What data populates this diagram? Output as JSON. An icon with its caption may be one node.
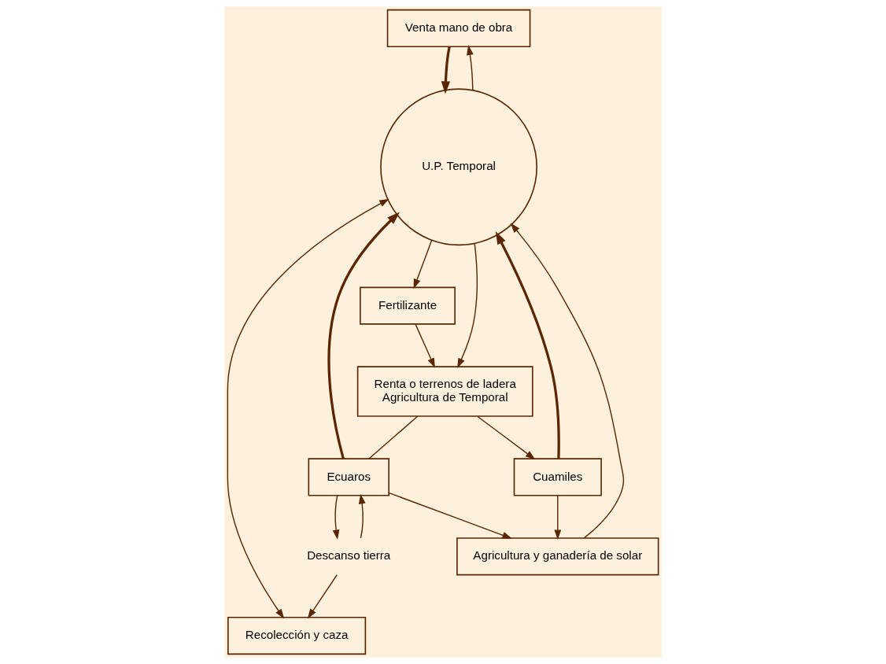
{
  "diagram": {
    "nodes": [
      {
        "text": [
          "Venta mano de obra"
        ]
      },
      {
        "text": [
          "Fertilizante"
        ]
      },
      {
        "text": [
          "Renta o terrenos de ladera",
          "Agricultura de Temporal"
        ]
      },
      {
        "text": [
          "U.P. Temporal"
        ]
      },
      {
        "text": [
          "Agricultura y ganadería de solar"
        ]
      },
      {
        "text": [
          "Ecuaros"
        ]
      },
      {
        "text": [
          "Cuamiles"
        ]
      },
      {
        "text": [
          "Descanso tierra"
        ]
      },
      {
        "text": [
          "Recolección y caza"
        ]
      }
    ],
    "edges": [
      {
        "from": 3,
        "to": 1,
        "arrow": "to"
      },
      {
        "from": 3,
        "to": 0,
        "arrow": "to"
      },
      {
        "from": 0,
        "to": 3,
        "arrow": "to",
        "style": "thick"
      },
      {
        "from": 3,
        "to": 2,
        "arrow": "to"
      },
      {
        "from": 1,
        "to": 2,
        "arrow": "to"
      },
      {
        "from": 4,
        "to": 3,
        "arrow": "to"
      },
      {
        "from": 2,
        "to": 5,
        "arrow": "none"
      },
      {
        "from": 2,
        "to": 6,
        "arrow": "to"
      },
      {
        "from": 5,
        "to": 7,
        "arrow": "to"
      },
      {
        "from": 7,
        "to": 5,
        "arrow": "to"
      },
      {
        "from": 7,
        "to": 8,
        "arrow": "to"
      },
      {
        "from": 5,
        "to": 3,
        "arrow": "to",
        "style": "thick"
      },
      {
        "from": 6,
        "to": 3,
        "arrow": "to",
        "style": "thick"
      },
      {
        "from": 5,
        "to": 4,
        "arrow": "to"
      },
      {
        "from": 6,
        "to": 4,
        "arrow": "to"
      },
      {
        "from": 3,
        "to": 8,
        "arrow": "both"
      }
    ]
  }
}
